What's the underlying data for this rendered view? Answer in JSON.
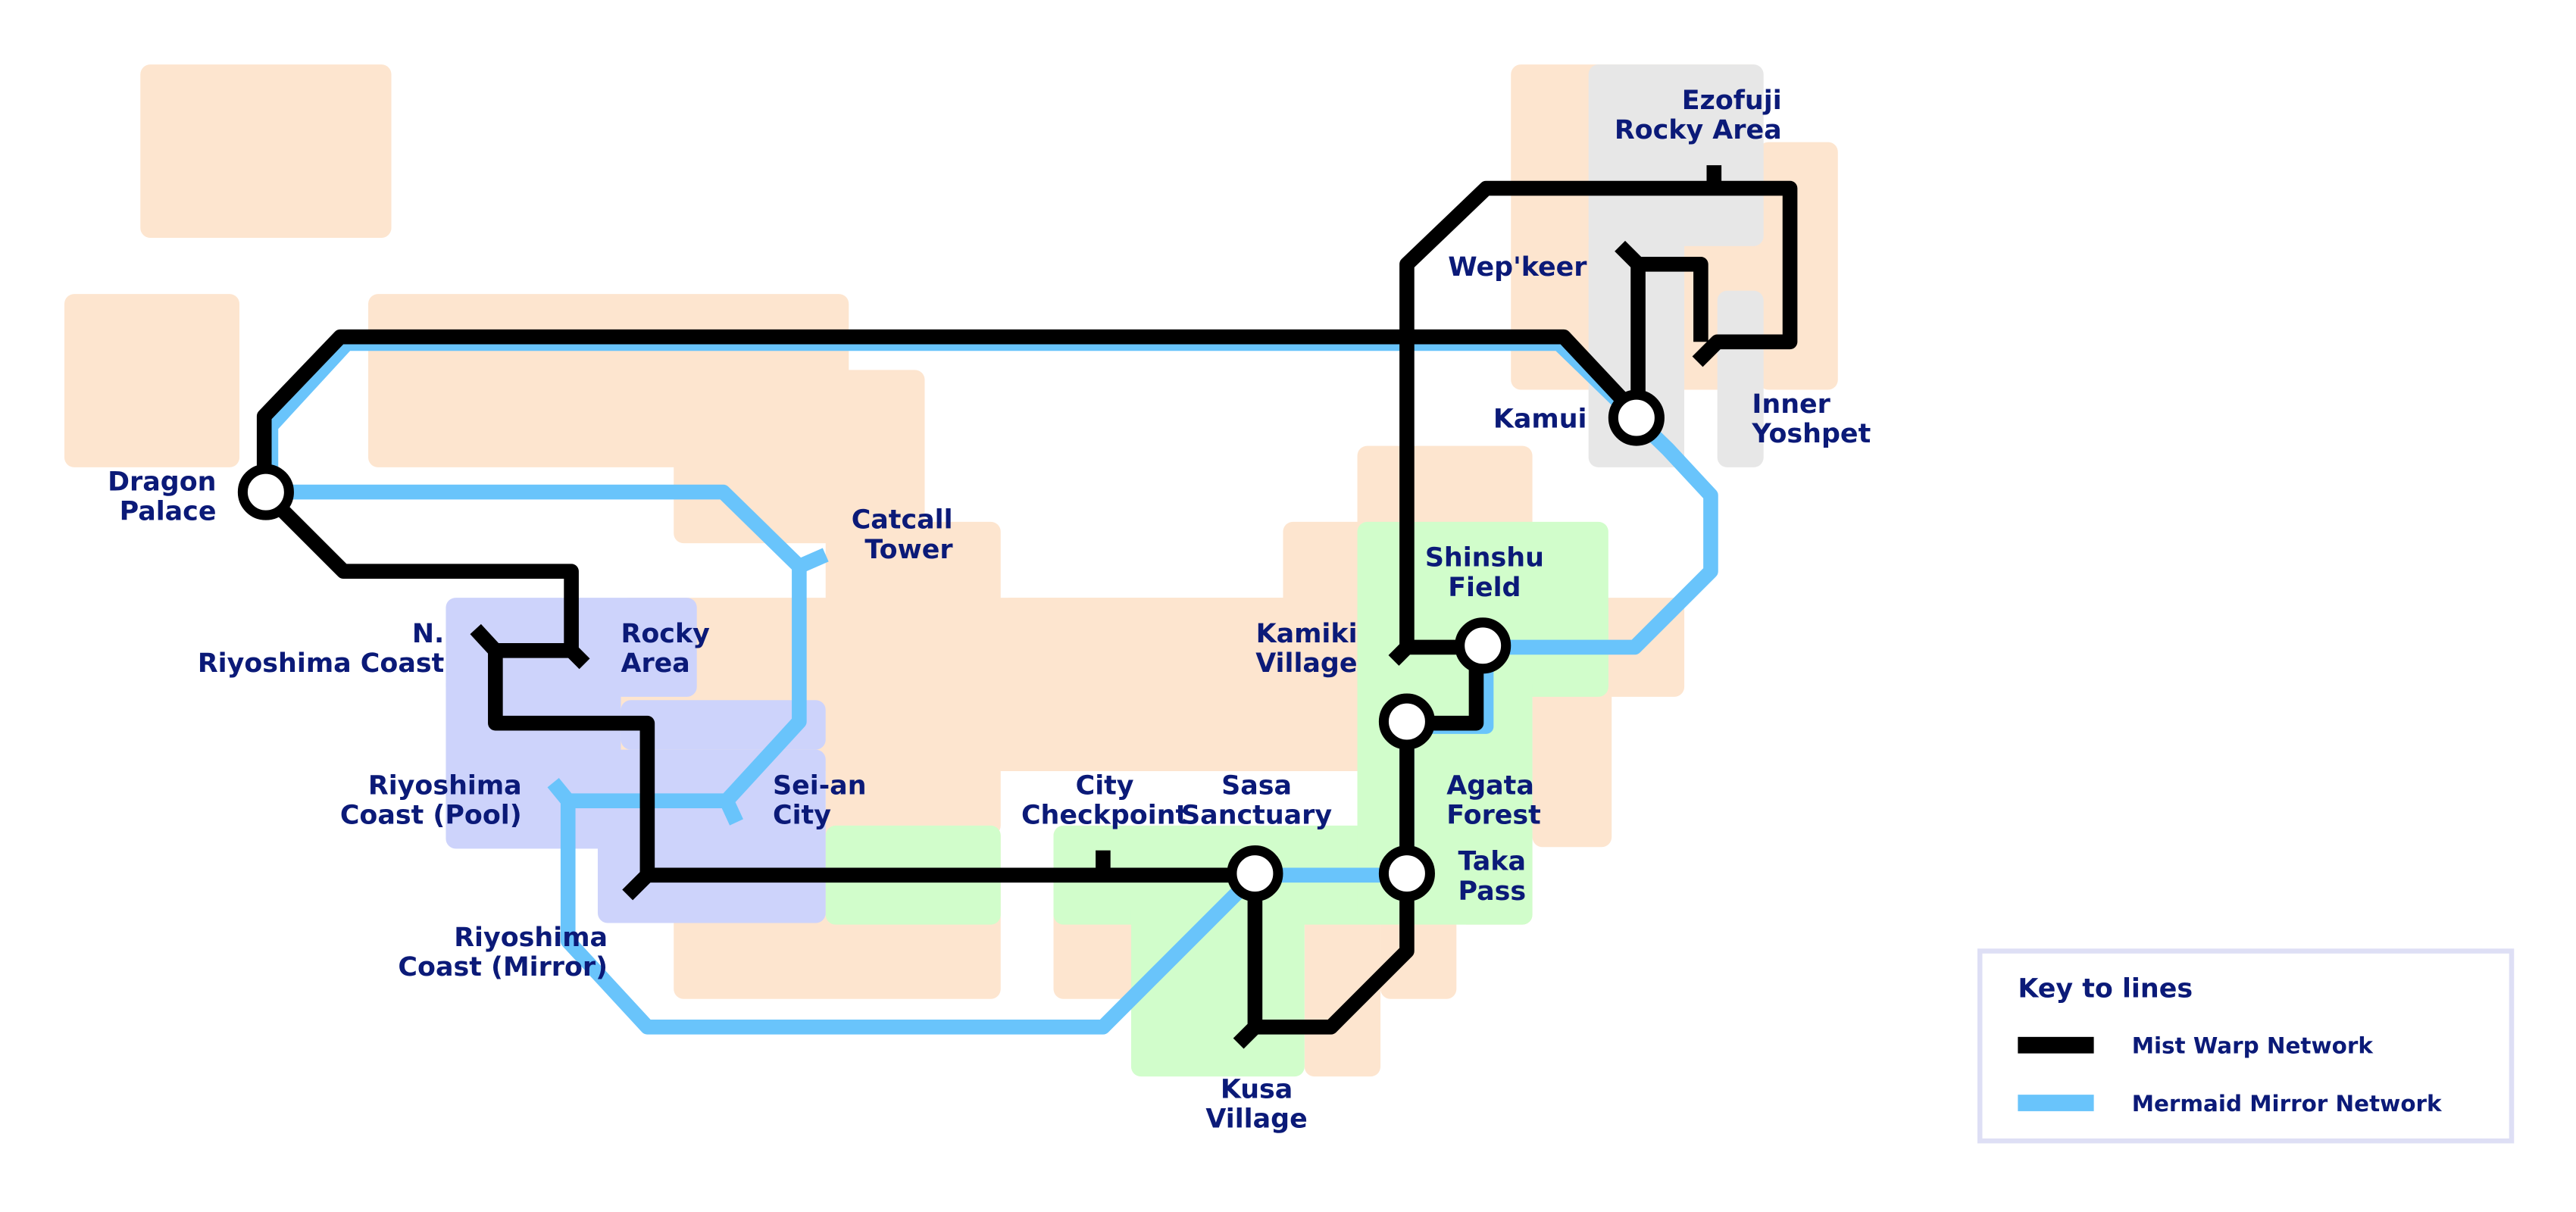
{
  "map": {
    "colors": {
      "background": "#ffffff",
      "land": "#fde5cf",
      "forest": "#d1fdcb",
      "coast": "#cdd3fb",
      "rock": "#e7e7e7",
      "mist_warp": "#000000",
      "mermaid_mirror": "#69c4fb",
      "label": "#0b1a78",
      "legend_border": "#dedff5"
    },
    "stations": {
      "ezofuji": [
        "Ezofuji",
        "Rocky Area"
      ],
      "wepkeer": [
        "Wep'keer"
      ],
      "kamui": [
        "Kamui"
      ],
      "inner_yoshpet": [
        "Inner",
        "Yoshpet"
      ],
      "dragon_palace": [
        "Dragon",
        "Palace"
      ],
      "catcall_tower": [
        "Catcall",
        "Tower"
      ],
      "n_riyoshima": [
        "N.",
        "Riyoshima Coast"
      ],
      "rocky_area": [
        "Rocky",
        "Area"
      ],
      "riyoshima_pool": [
        "Riyoshima",
        "Coast (Pool)"
      ],
      "sei_an_city": [
        "Sei-an",
        "City"
      ],
      "riyoshima_mirror": [
        "Riyoshima",
        "Coast (Mirror)"
      ],
      "city_checkpoint": [
        "City",
        "Checkpoint"
      ],
      "sasa_sanctuary": [
        "Sasa",
        "Sanctuary"
      ],
      "kamiki_village": [
        "Kamiki",
        "Village"
      ],
      "shinshu_field": [
        "Shinshu",
        "Field"
      ],
      "agata_forest": [
        "Agata",
        "Forest"
      ],
      "taka_pass": [
        "Taka",
        "Pass"
      ],
      "kusa_village": [
        "Kusa",
        "Village"
      ]
    }
  },
  "legend": {
    "title": "Key to lines",
    "items": [
      {
        "label": "Mist Warp Network",
        "color": "#000000"
      },
      {
        "label": "Mermaid Mirror Network",
        "color": "#69c4fb"
      }
    ]
  }
}
